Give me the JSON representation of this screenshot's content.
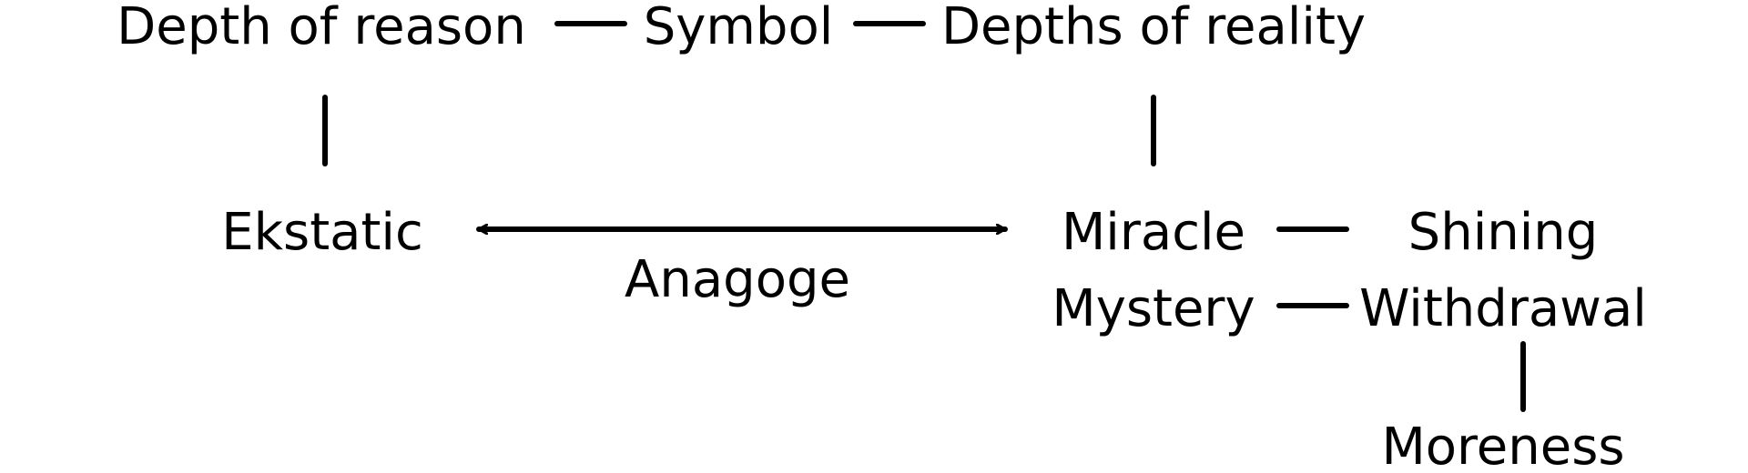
{
  "diagram": {
    "nodes": {
      "depth_of_reason": "Depth of reason",
      "symbol": "Symbol",
      "depths_of_reality": "Depths of reality",
      "ekstatic": "Ekstatic",
      "anagoge": "Anagoge",
      "miracle": "Miracle",
      "shining": "Shining",
      "mystery": "Mystery",
      "withdrawal": "Withdrawal",
      "moreness": "Moreness"
    },
    "edges": [
      {
        "from": "depth_of_reason",
        "to": "symbol",
        "kind": "line"
      },
      {
        "from": "symbol",
        "to": "depths_of_reality",
        "kind": "line"
      },
      {
        "from": "depth_of_reason",
        "to": "ekstatic",
        "kind": "line"
      },
      {
        "from": "depths_of_reality",
        "to": "miracle",
        "kind": "line"
      },
      {
        "from": "ekstatic",
        "to": "miracle",
        "kind": "double-arrow",
        "label_node": "anagoge"
      },
      {
        "from": "miracle",
        "to": "shining",
        "kind": "line"
      },
      {
        "from": "mystery",
        "to": "withdrawal",
        "kind": "line"
      },
      {
        "from": "withdrawal",
        "to": "moreness",
        "kind": "line"
      }
    ]
  }
}
